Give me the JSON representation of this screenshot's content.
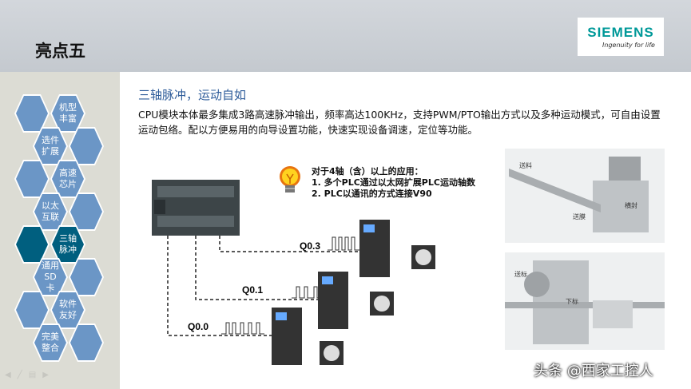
{
  "header": {
    "title": "亮点五",
    "logo_brand": "SIEMENS",
    "logo_tagline": "Ingenuity for life"
  },
  "sidebar": {
    "hexes": [
      {
        "label": "机型丰富"
      },
      {
        "label": "选件扩展"
      },
      {
        "label": "高速芯片"
      },
      {
        "label": "以太互联"
      },
      {
        "label": "三轴脉冲",
        "active": true
      },
      {
        "label": "通用SD卡"
      },
      {
        "label": "软件友好"
      },
      {
        "label": "完美整合"
      }
    ],
    "nav_icons": [
      "prev-icon",
      "pen-icon",
      "menu-icon",
      "next-icon"
    ]
  },
  "main": {
    "heading": "三轴脉冲，运动自如",
    "description": "CPU模块本体最多集成3路高速脉冲输出，频率高达100KHz，支持PWM/PTO输出方式以及多种运动模式，可自由设置运动包络。配以方便易用的向导设置功能，快速实现设备调速，定位等功能。",
    "tip": {
      "title": "对于4轴（含）以上的应用：",
      "items": [
        "1.  多个PLC通过以太网扩展PLC运动轴数",
        "2.  PLC以通讯的方式连接V90"
      ]
    },
    "outputs": [
      "Q0.3",
      "Q0.1",
      "Q0.0"
    ],
    "machine1_labels": [
      "送料",
      "送膜",
      "横封"
    ],
    "machine2_labels": [
      "送标",
      "下标"
    ]
  },
  "watermark": "头条 @西家工控人"
}
